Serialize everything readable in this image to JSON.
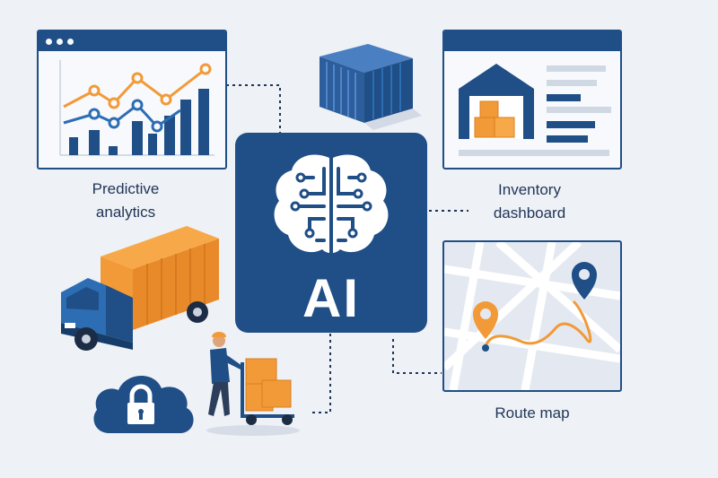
{
  "center": {
    "label": "AI"
  },
  "captions": {
    "predictive_line1": "Predictive",
    "predictive_line2": "analytics",
    "inventory_line1": "Inventory",
    "inventory_line2": "dashboard",
    "route": "Route map"
  },
  "colors": {
    "navy": "#1f4f86",
    "orange": "#f29a38",
    "background": "#eef1f6",
    "window_bg": "#f7f9fc",
    "map_bg": "#e4e9f1"
  },
  "icons": [
    "brain-icon",
    "shipping-container-icon",
    "warehouse-icon",
    "map-pin-icon",
    "delivery-truck-icon",
    "worker-icon",
    "cloud-lock-icon"
  ]
}
